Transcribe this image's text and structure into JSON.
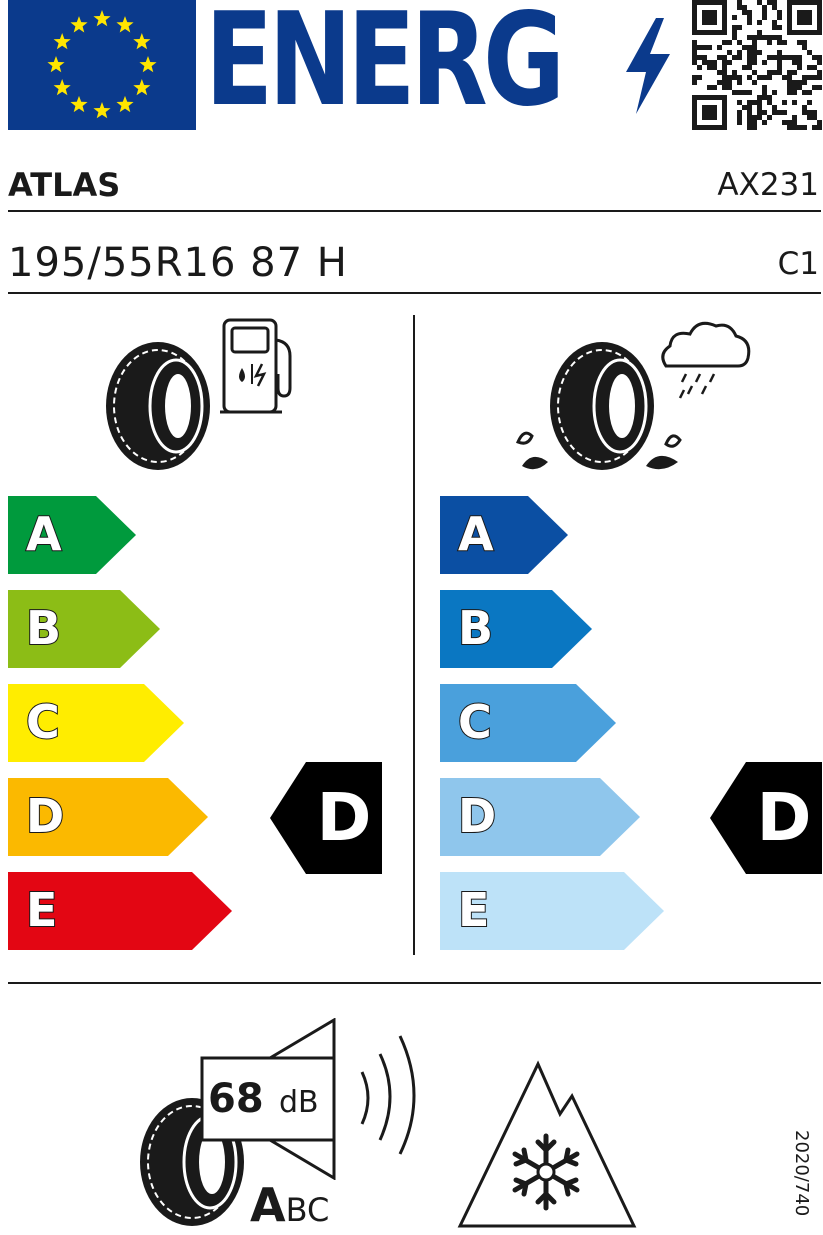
{
  "header": {
    "energy_word": "ENERG",
    "flag_color": "#0b3a8c",
    "star_color": "#ffe500",
    "qr_code": "qr-code"
  },
  "product": {
    "brand": "ATLAS",
    "model": "AX231",
    "size": "195/55R16 87 H",
    "tyre_class": "C1"
  },
  "fuel_efficiency": {
    "icon": "fuel-pump-icon",
    "scale": [
      {
        "label": "A",
        "color": "#009a3d"
      },
      {
        "label": "B",
        "color": "#8cbd16"
      },
      {
        "label": "C",
        "color": "#ffed00"
      },
      {
        "label": "D",
        "color": "#fbb900"
      },
      {
        "label": "E",
        "color": "#e30613"
      }
    ],
    "rating": "D"
  },
  "wet_grip": {
    "icon": "rain-cloud-icon",
    "scale": [
      {
        "label": "A",
        "color": "#0b4fa3"
      },
      {
        "label": "B",
        "color": "#0a77c2"
      },
      {
        "label": "C",
        "color": "#4aa0dc"
      },
      {
        "label": "D",
        "color": "#8fc6ec"
      },
      {
        "label": "E",
        "color": "#bde2f8"
      }
    ],
    "rating": "D"
  },
  "noise": {
    "value": "68",
    "unit": "dB",
    "class_selected": "A",
    "class_rest": "BC"
  },
  "snow": {
    "icon": "snowflake-mountain-icon"
  },
  "regulation": "2020/740"
}
